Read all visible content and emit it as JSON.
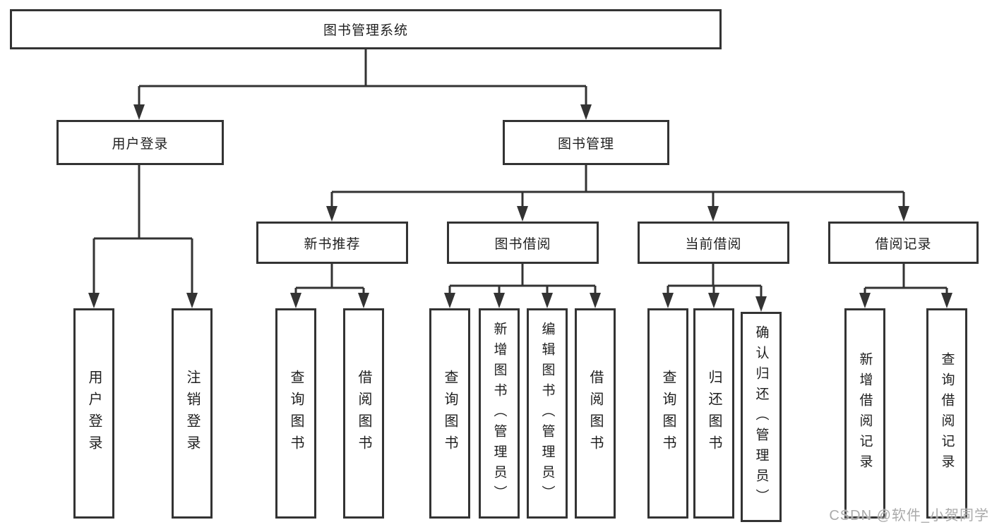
{
  "diagram": {
    "root": {
      "label": "图书管理系统"
    },
    "branches": [
      {
        "label": "用户登录",
        "children": [
          {
            "label": "用户登录"
          },
          {
            "label": "注销登录"
          }
        ]
      },
      {
        "label": "图书管理",
        "children": [
          {
            "label": "新书推荐",
            "children": [
              {
                "label": "查询图书"
              },
              {
                "label": "借阅图书"
              }
            ]
          },
          {
            "label": "图书借阅",
            "children": [
              {
                "label": "查询图书"
              },
              {
                "label": "新增图书（管理员）"
              },
              {
                "label": "编辑图书（管理员）"
              },
              {
                "label": "借阅图书"
              }
            ]
          },
          {
            "label": "当前借阅",
            "children": [
              {
                "label": "查询图书"
              },
              {
                "label": "归还图书"
              },
              {
                "label": "确认归还（管理员）"
              }
            ]
          },
          {
            "label": "借阅记录",
            "children": [
              {
                "label": "新增借阅记录"
              },
              {
                "label": "查询借阅记录"
              }
            ]
          }
        ]
      }
    ]
  },
  "watermark": {
    "text": "CSDN @软件_小贺同学"
  },
  "colors": {
    "line": "#333333",
    "text": "#1f1f1f",
    "watermark": "#aaaaaa"
  }
}
